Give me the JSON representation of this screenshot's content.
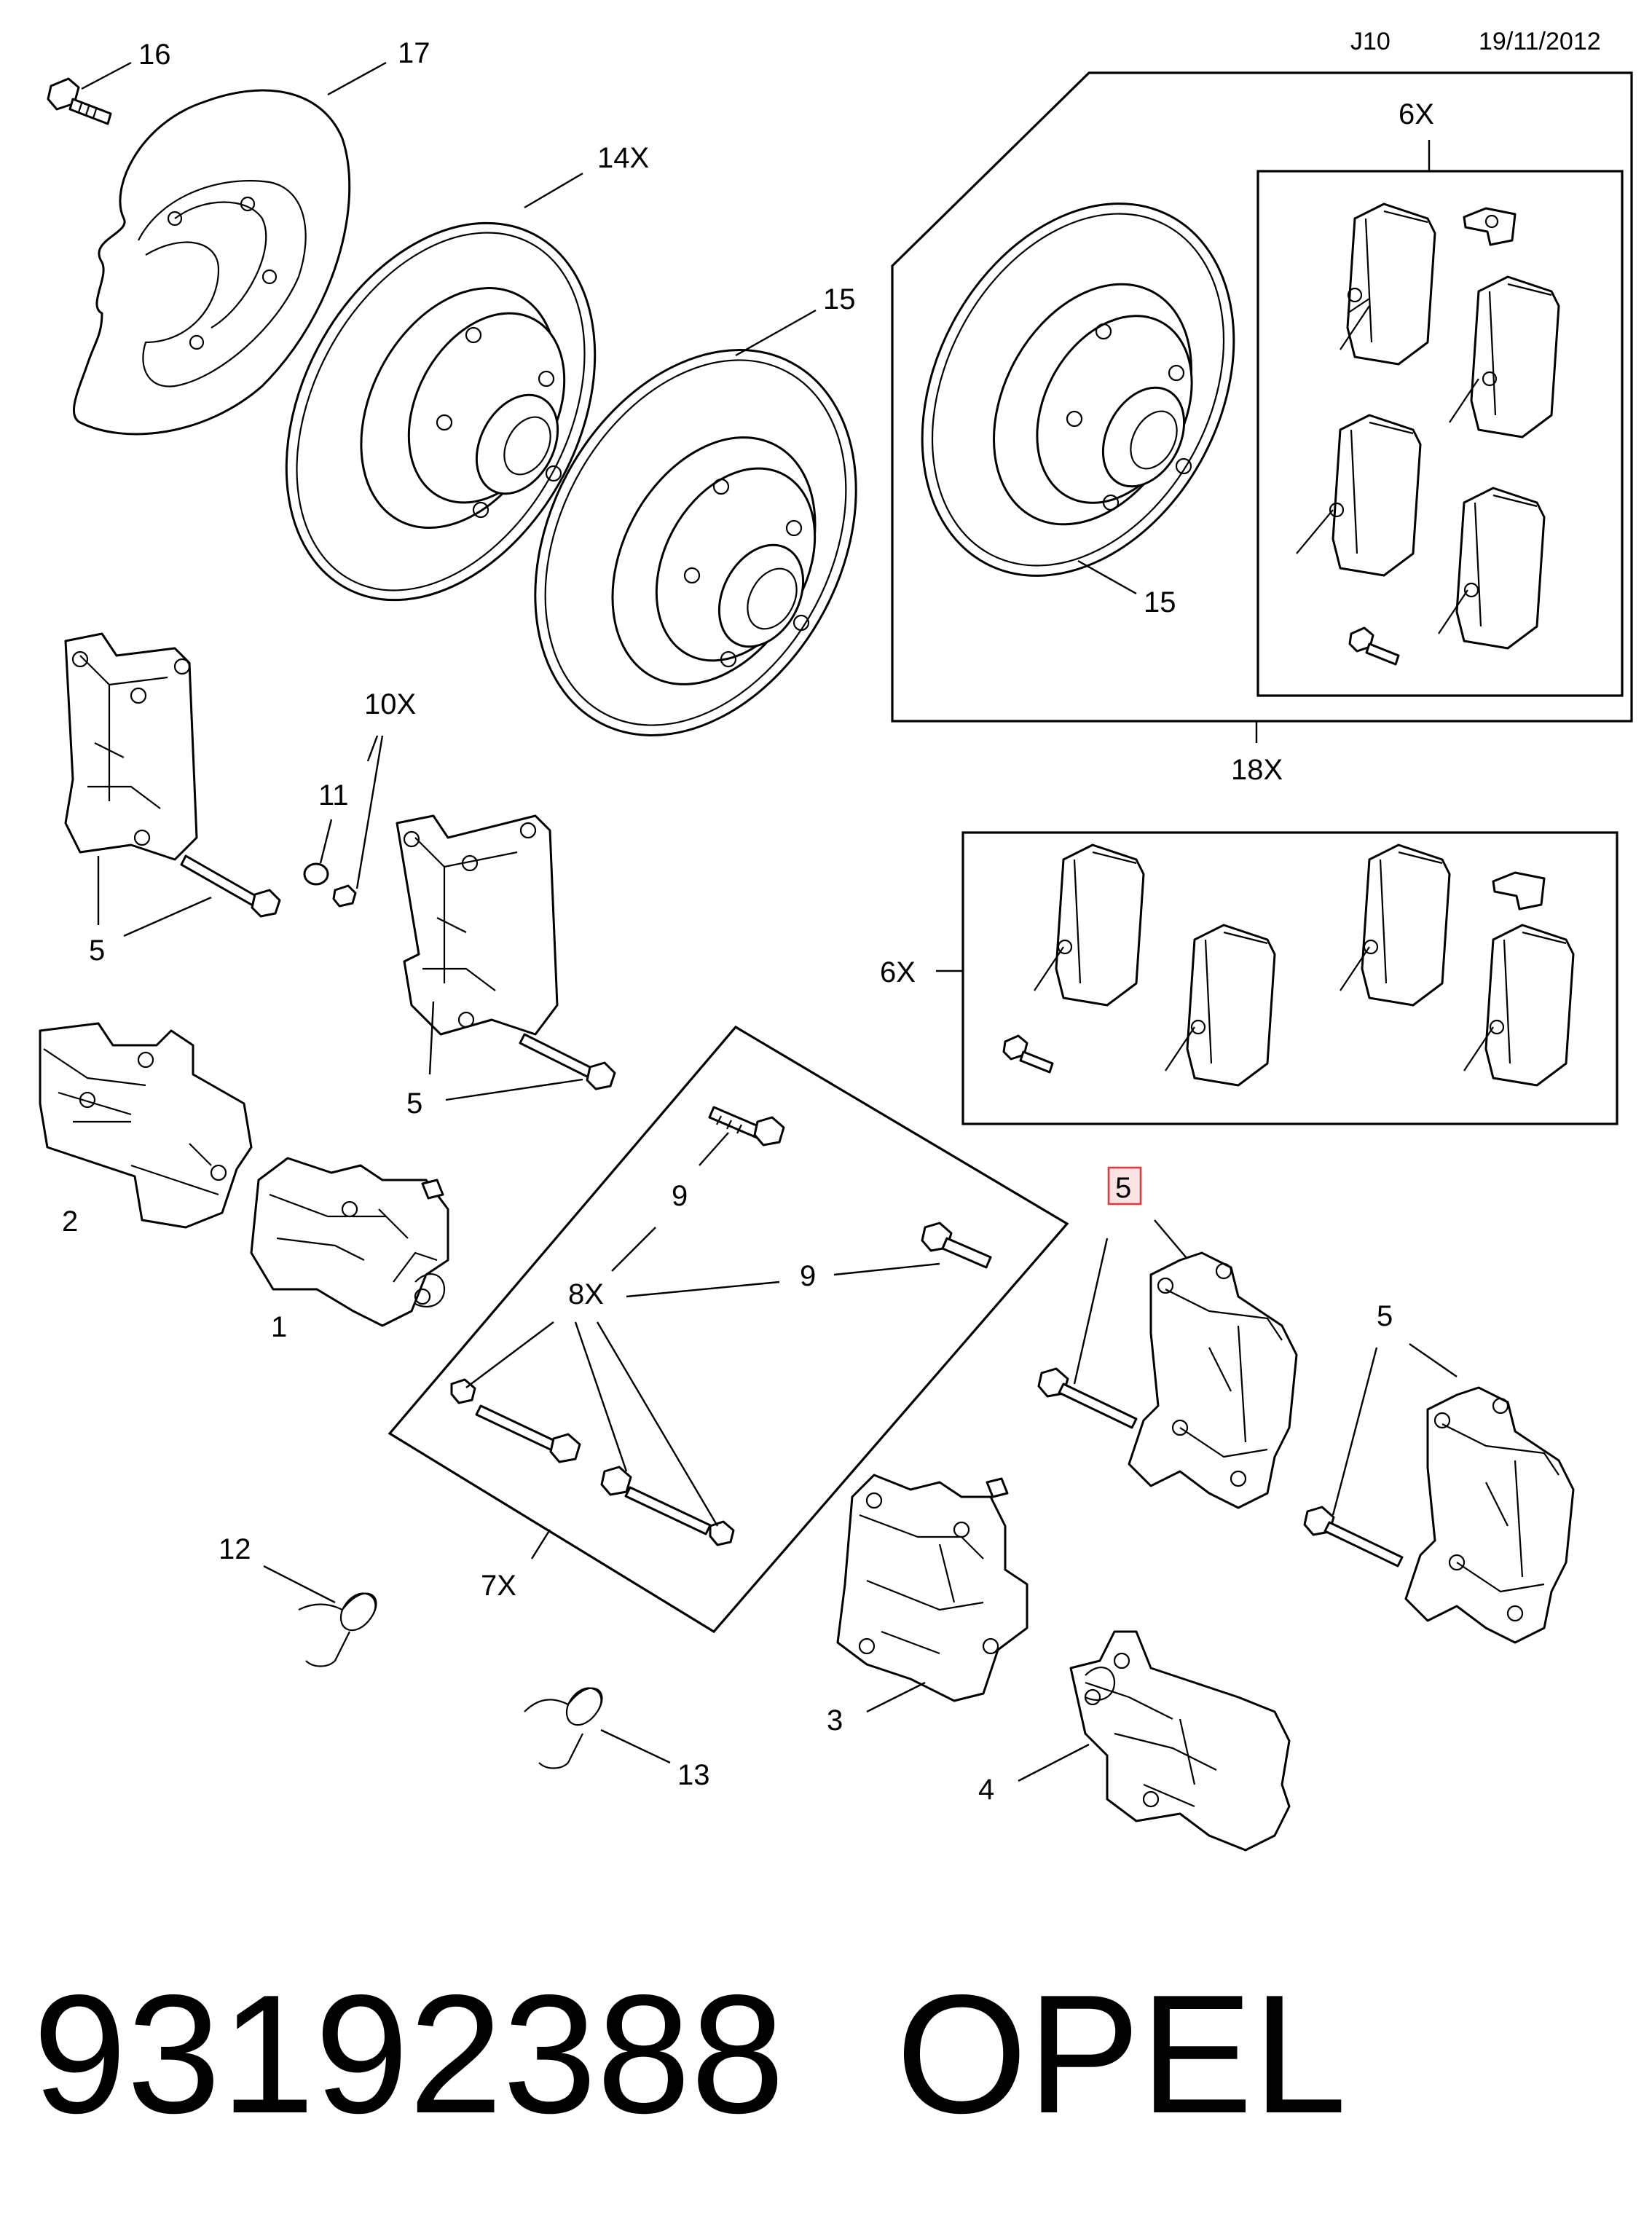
{
  "header": {
    "code": "J10",
    "date": "19/11/2012"
  },
  "callouts": {
    "c16": "16",
    "c17": "17",
    "c14x": "14X",
    "c15a": "15",
    "c15b": "15",
    "c6x_top": "6X",
    "c18x": "18X",
    "c10x": "10X",
    "c11": "11",
    "c5_a": "5",
    "c5_b": "5",
    "c6x_mid": "6X",
    "c2": "2",
    "c1": "1",
    "c9_a": "9",
    "c8x": "8X",
    "c9_b": "9",
    "c5_highlight": "5",
    "c5_c": "5",
    "c12": "12",
    "c7x": "7X",
    "c3": "3",
    "c13": "13",
    "c4": "4"
  },
  "highlight_color": "#e23b3b",
  "footer": {
    "part_number": "93192388",
    "brand": "OPEL"
  }
}
